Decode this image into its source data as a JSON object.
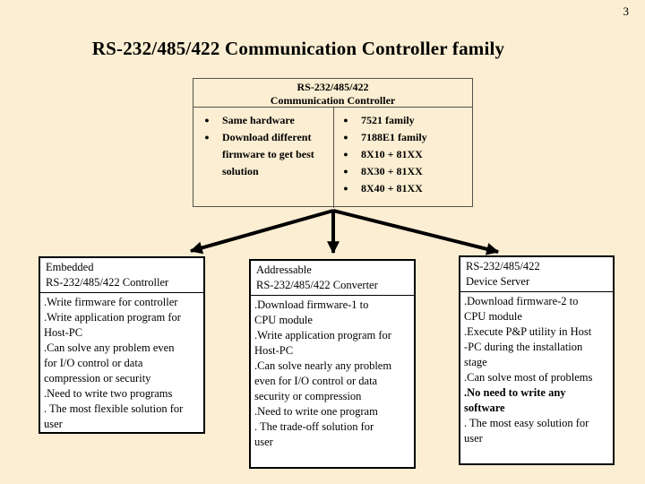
{
  "page": {
    "number": "3",
    "title": "RS-232/485/422 Communication Controller family"
  },
  "colors": {
    "background": "#FBEED2",
    "root_box_border": "#57534A",
    "leaf_box_fill": "#FFFFFF",
    "leaf_box_border": "#000000",
    "text": "#000000",
    "arrow": "#000000"
  },
  "icons": {
    "bullet_glyph": "●"
  },
  "root_box": {
    "header": "RS-232/485/422\nCommunication Controller",
    "left_bullets": [
      "Same hardware",
      "Download different\nfirmware to get best\nsolution"
    ],
    "right_bullets": [
      "7521 family",
      "7188E1 family",
      "8X10 + 81XX",
      "8X30 + 81XX",
      "8X40 + 81XX"
    ]
  },
  "leaves": [
    {
      "header": "Embedded\nRS-232/485/422 Controller",
      "items": [
        ".Write firmware for controller",
        ".Write application program for\nHost-PC",
        ".Can solve any problem even\nfor I/O control or data\ncompression or security",
        ".Need to write two programs",
        ". The most flexible solution for\nuser"
      ]
    },
    {
      "header": "Addressable\nRS-232/485/422 Converter",
      "items": [
        ".Download firmware-1 to\nCPU module",
        ".Write application program for\nHost-PC",
        ".Can solve nearly any problem\neven for I/O control or data\nsecurity or compression",
        ".Need to write one program",
        ". The trade-off solution for\nuser"
      ]
    },
    {
      "header": "RS-232/485/422\nDevice Server",
      "items": [
        ".Download firmware-2 to\nCPU module",
        ".Execute P&P utility in Host\n-PC during the installation\nstage",
        ".Can solve most of problems",
        ".No need to write any\nsoftware",
        ". The most easy solution for\nuser"
      ]
    }
  ]
}
